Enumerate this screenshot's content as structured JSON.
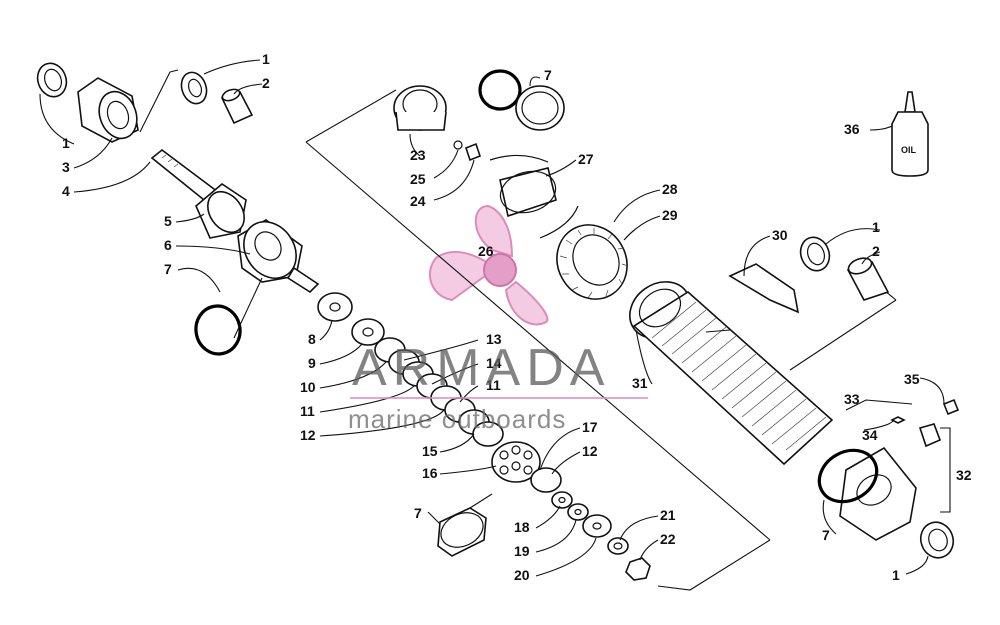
{
  "callouts": {
    "c1a": "1",
    "c2a": "2",
    "c1b": "1",
    "c3": "3",
    "c4": "4",
    "c5": "5",
    "c6": "6",
    "c7a": "7",
    "c7b": "7",
    "c23": "23",
    "c25": "25",
    "c24": "24",
    "c27": "27",
    "c28": "28",
    "c29": "29",
    "c26": "26",
    "c36": "36",
    "c30": "30",
    "c1c": "1",
    "c2c": "2",
    "c8": "8",
    "c9": "9",
    "c10": "10",
    "c11a": "11",
    "c12a": "12",
    "c13": "13",
    "c14": "14",
    "c11b": "11",
    "c15": "15",
    "c16": "16",
    "c17": "17",
    "c12b": "12",
    "c7c": "7",
    "c18": "18",
    "c19": "19",
    "c20": "20",
    "c21": "21",
    "c22": "22",
    "c31": "31",
    "c33": "33",
    "c34": "34",
    "c35": "35",
    "c32": "32",
    "c7d": "7",
    "c1d": "1"
  },
  "oil_label": "OIL",
  "watermark": {
    "brand": "ARMADA",
    "tagline": "marine outboards",
    "accent_color": "#e8a0c8"
  }
}
